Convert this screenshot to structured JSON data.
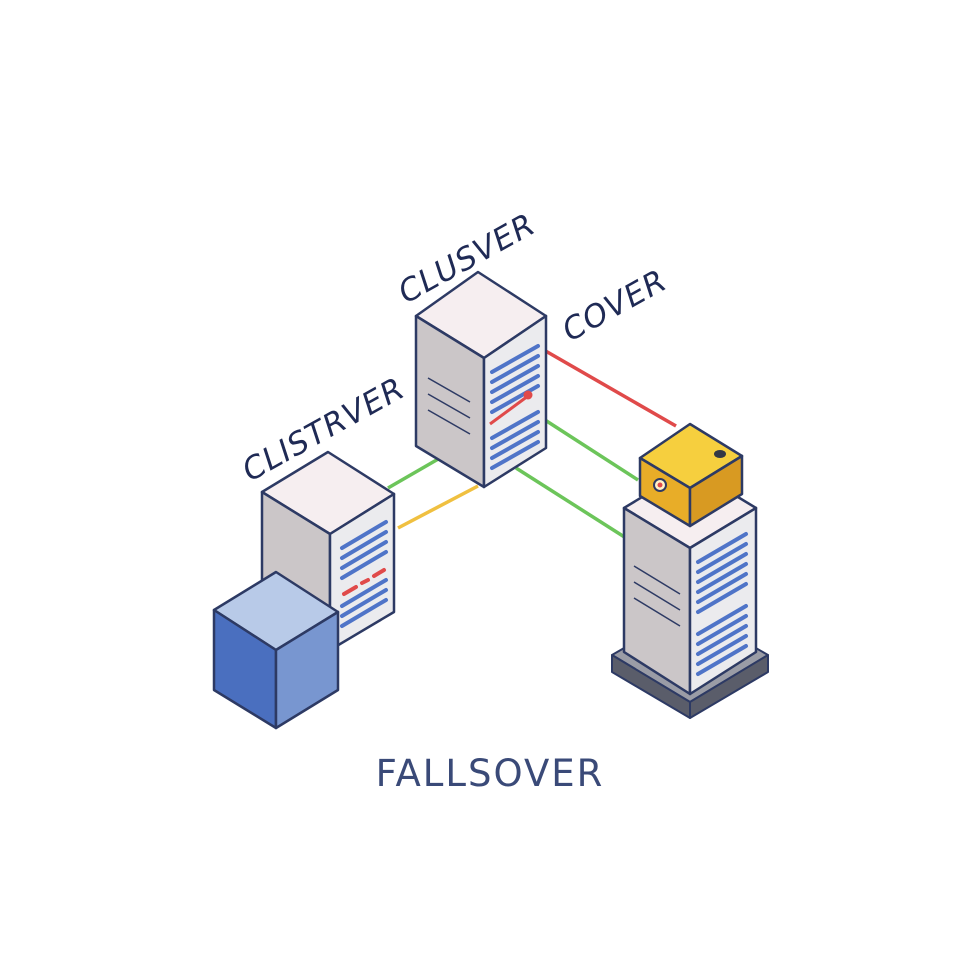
{
  "labels": {
    "clistrver": "CLISTRVER",
    "clusver": "CLUSVER",
    "cover": "COVER"
  },
  "caption": "FALLSOVER",
  "colors": {
    "outline": "#2d3a64",
    "label_text": "#1f2a55",
    "caption_text": "#3a4a78",
    "server_front": "#cbc6c8",
    "server_side": "#ebebee",
    "server_top": "#f6eef0",
    "vent_blue": "#4f74c8",
    "link_red": "#e04a4a",
    "link_green": "#6cc55a",
    "link_yellow": "#f0c040",
    "cube_blue_left": "#4a6fbf",
    "cube_blue_right": "#7896d0",
    "cube_blue_top": "#b8cae8",
    "box_yellow_top": "#f6cf3e",
    "box_yellow_front": "#e8ad28",
    "box_yellow_side": "#d89a22",
    "base_dark": "#5a5d6a"
  }
}
